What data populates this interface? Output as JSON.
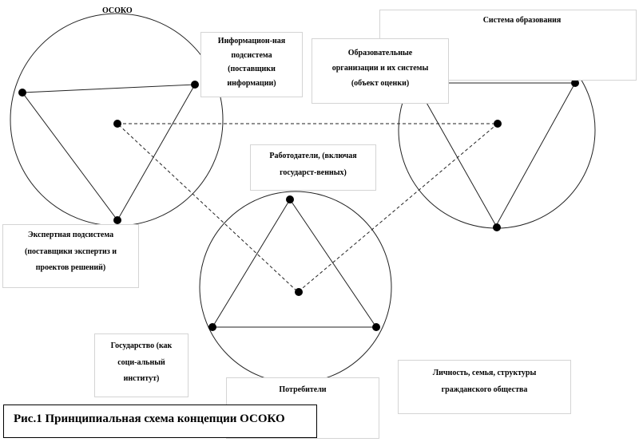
{
  "labels": {
    "osoko": "ОСОКО",
    "system": "Система образования",
    "info": "Информацион-ная\nподсистема\n(поставщики\nинформации)",
    "orgs": "Образовательные\nорганизации и их  системы\n(объект оценки)",
    "employers": "Работодатели,  (включая\nгосударст-венных)",
    "expert": "Экспертная подсистема\n(поставщики  экспертиз и\nпроектов решений)",
    "state": "Государство (как\nсоци-альный\nинститут)",
    "personality": "Личность, семья, структуры\nгражданского общества",
    "consumers": "Потребители"
  },
  "caption": "Рис.1 Принципиальная схема концепции ОСОКО"
}
